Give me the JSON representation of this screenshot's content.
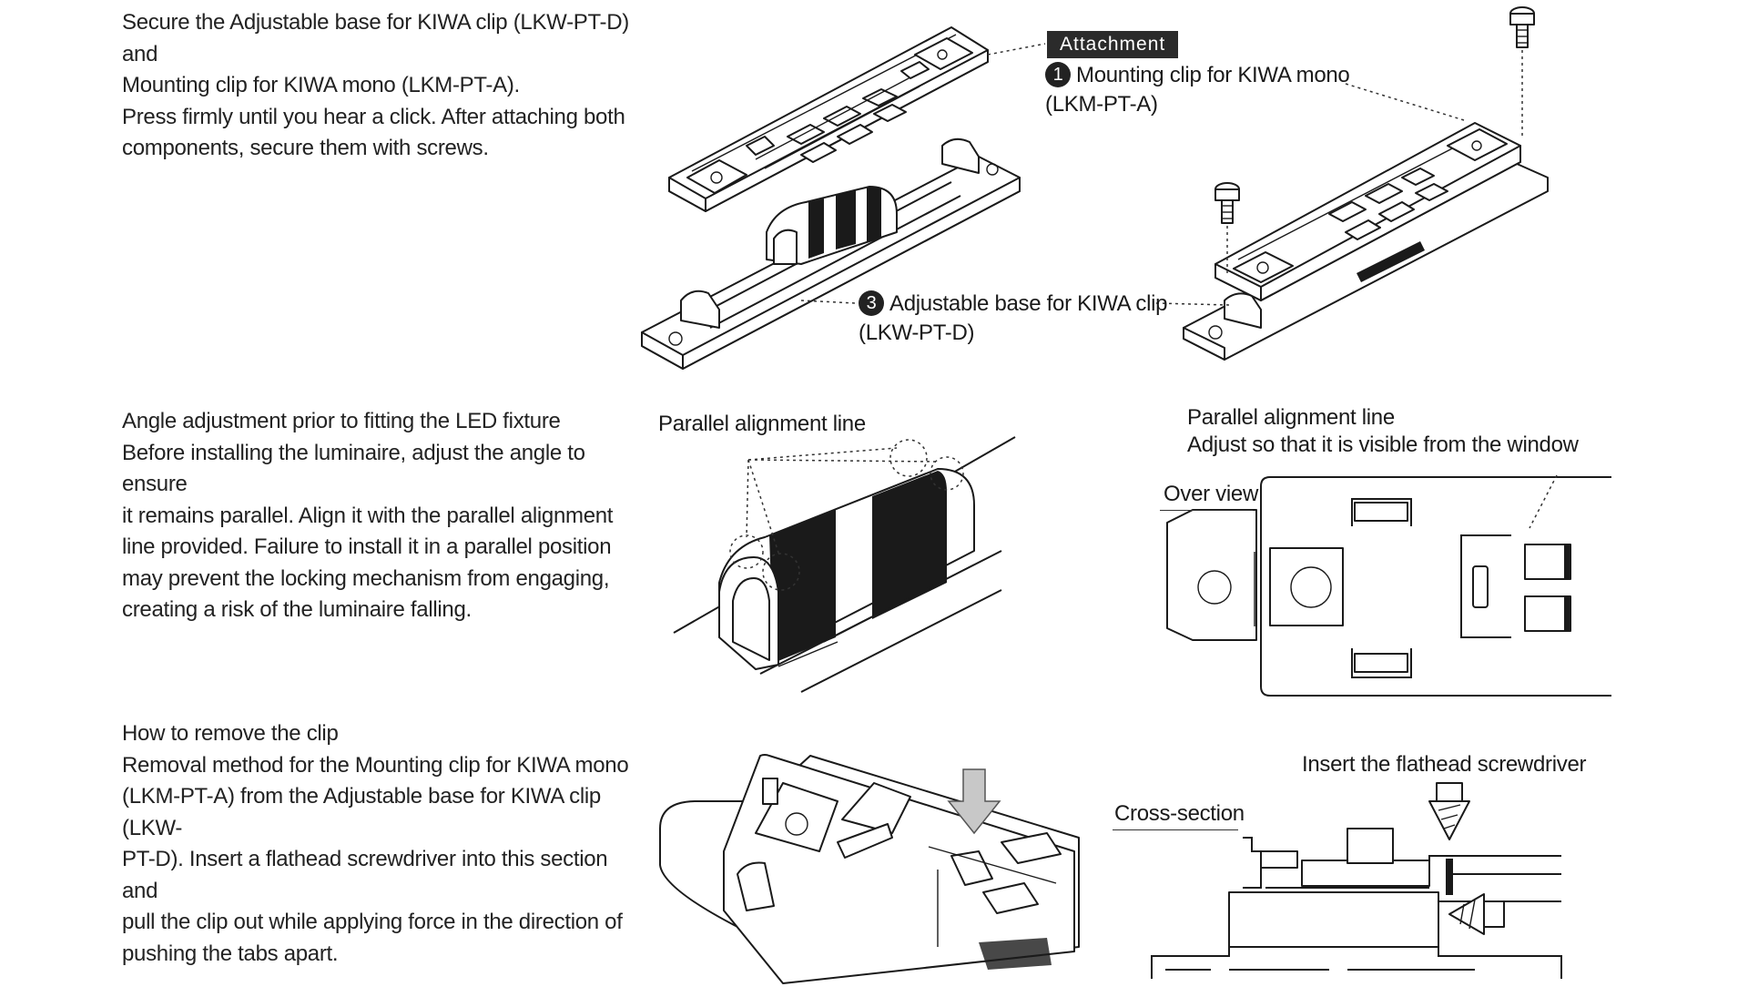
{
  "section1": {
    "lines": [
      "Secure the Adjustable base for KIWA clip (LKW-PT-D) and",
      "Mounting clip for KIWA mono (LKM-PT-A).",
      "Press firmly until you hear a click. After attaching both",
      "components, secure them with screws."
    ]
  },
  "attach_diagram": {
    "tag": "Attachment",
    "label1_num": "1",
    "label1_line1": "Mounting clip for KIWA mono",
    "label1_line2": "(LKM-PT-A)",
    "label3_num": "3",
    "label3_line1": "Adjustable base for KIWA clip",
    "label3_line2": "(LKW-PT-D)"
  },
  "section2": {
    "heading": "Angle adjustment prior to fitting the LED fixture",
    "lines": [
      "Before installing the luminaire, adjust the angle to ensure",
      "it remains parallel. Align it with the parallel alignment",
      "line provided. Failure to install it in a parallel position",
      "may prevent the locking mechanism from engaging,",
      "creating a risk of the luminaire falling."
    ]
  },
  "parallel_diagram": {
    "label": "Parallel alignment line"
  },
  "over_view": {
    "label_line1": "Parallel alignment line",
    "label_line2": "Adjust so that it is visible from the window",
    "view_label": "Over view"
  },
  "section3": {
    "heading": "How to remove the clip",
    "lines": [
      "Removal method for the Mounting clip for KIWA mono",
      "(LKM-PT-A) from the Adjustable base for KIWA clip (LKW-",
      "PT-D). Insert a flathead screwdriver into this section and",
      "pull the clip out while applying force in the direction of",
      "pushing the tabs apart."
    ]
  },
  "cross_section": {
    "label": "Cross-section",
    "insert_label": "Insert the flathead screwdriver"
  },
  "colors": {
    "ink": "#1a1a1a",
    "tag_bg": "#2b2b2b",
    "arrow_gray": "#c8c8c8"
  }
}
